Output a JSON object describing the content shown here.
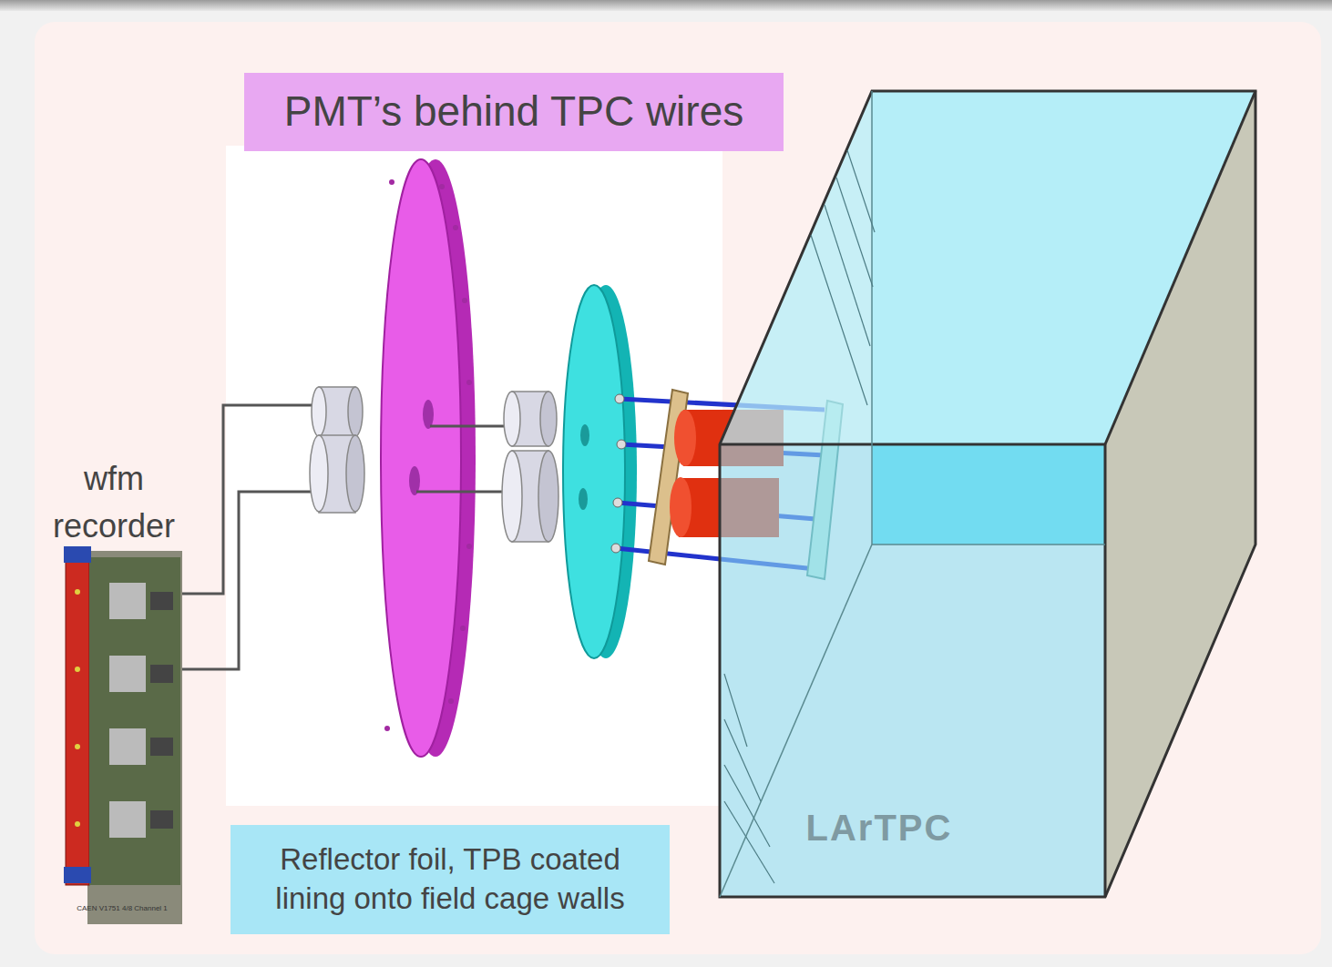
{
  "diagram": {
    "nodes": [
      {
        "text": [
          "PMT’s behind TPC wires"
        ]
      },
      {
        "text": [
          "Reflector foil, TPB coated lining onto field cage walls"
        ]
      }
    ],
    "labels": [
      "wfm recorder",
      "LArTPC",
      "CAEN V1751 4/8 Channel 1"
    ]
  }
}
